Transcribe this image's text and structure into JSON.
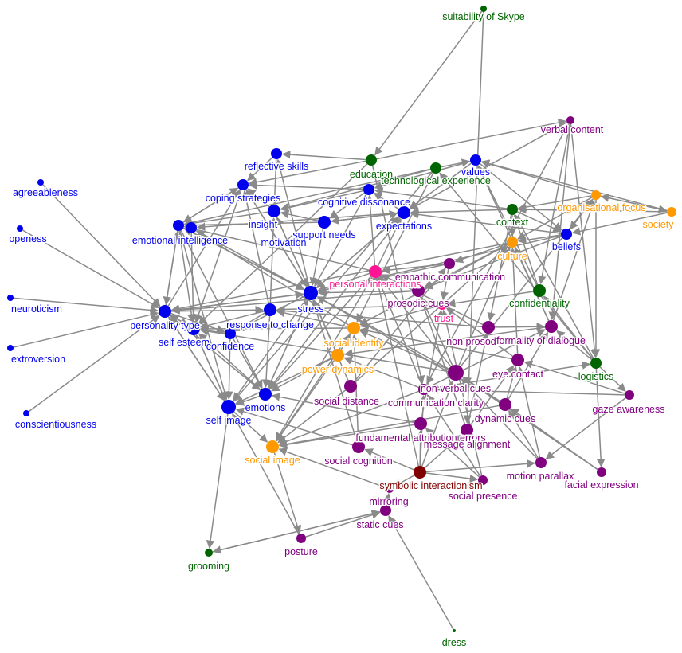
{
  "colors": {
    "blue": "#0000ee",
    "green": "#006400",
    "orange": "#ff9900",
    "purple": "#800080",
    "pink": "#ff1493",
    "maroon": "#800000",
    "edge": "#8a8a8a"
  },
  "nodes": [
    {
      "id": "suitability",
      "label": "suitability of Skype",
      "group": "green"
    },
    {
      "id": "verbal_content",
      "label": "verbal content",
      "group": "purple"
    },
    {
      "id": "reflective_skills",
      "label": "reflective skills",
      "group": "blue"
    },
    {
      "id": "education",
      "label": "education",
      "group": "green"
    },
    {
      "id": "tech_experience",
      "label": "technological experience",
      "group": "green"
    },
    {
      "id": "values",
      "label": "values",
      "group": "blue"
    },
    {
      "id": "agreeableness",
      "label": "agreeableness",
      "group": "blue"
    },
    {
      "id": "coping",
      "label": "coping strategies",
      "group": "blue"
    },
    {
      "id": "cog_dissonance",
      "label": "cognitive dissonance",
      "group": "blue"
    },
    {
      "id": "org_focus",
      "label": "organisational focus",
      "group": "orange"
    },
    {
      "id": "context",
      "label": "context",
      "group": "green"
    },
    {
      "id": "society",
      "label": "society",
      "group": "orange"
    },
    {
      "id": "openess",
      "label": "openess",
      "group": "blue"
    },
    {
      "id": "insight",
      "label": "insight",
      "group": "blue"
    },
    {
      "id": "support_needs",
      "label": "support needs",
      "group": "blue"
    },
    {
      "id": "expectations",
      "label": "expectations",
      "group": "blue"
    },
    {
      "id": "emotional_int",
      "label": "emotional intelligence",
      "group": "blue"
    },
    {
      "id": "motivation",
      "label": "motivation",
      "group": "blue"
    },
    {
      "id": "beliefs",
      "label": "beliefs",
      "group": "blue"
    },
    {
      "id": "culture",
      "label": "culture",
      "group": "orange"
    },
    {
      "id": "empathic",
      "label": "empathic communication",
      "group": "purple"
    },
    {
      "id": "personal_int",
      "label": "personal interactions",
      "group": "pink"
    },
    {
      "id": "confidentiality",
      "label": "confidentiality",
      "group": "green"
    },
    {
      "id": "stress",
      "label": "stress",
      "group": "blue"
    },
    {
      "id": "prosodic",
      "label": "prosodic cues",
      "group": "purple"
    },
    {
      "id": "trust",
      "label": "trust",
      "group": "pink"
    },
    {
      "id": "neuroticism",
      "label": "neuroticism",
      "group": "blue"
    },
    {
      "id": "personality",
      "label": "personality type",
      "group": "blue"
    },
    {
      "id": "response_change",
      "label": "response to change",
      "group": "blue"
    },
    {
      "id": "self_esteem",
      "label": "self esteem",
      "group": "blue"
    },
    {
      "id": "confidence",
      "label": "confidence",
      "group": "blue"
    },
    {
      "id": "social_identity",
      "label": "social identity",
      "group": "orange"
    },
    {
      "id": "non_prosodic",
      "label": "non prosodic",
      "group": "purple"
    },
    {
      "id": "formality",
      "label": "formality of dialogue",
      "group": "purple"
    },
    {
      "id": "extroversion",
      "label": "extroversion",
      "group": "blue"
    },
    {
      "id": "power_dynamics",
      "label": "power dynamics",
      "group": "orange"
    },
    {
      "id": "eye_contact",
      "label": "eye contact",
      "group": "purple"
    },
    {
      "id": "logistics",
      "label": "logistics",
      "group": "green"
    },
    {
      "id": "non_verbal",
      "label": "non verbal cues",
      "group": "purple"
    },
    {
      "id": "emotions",
      "label": "emotions",
      "group": "blue"
    },
    {
      "id": "social_distance",
      "label": "social distance",
      "group": "purple"
    },
    {
      "id": "comm_clarity",
      "label": "communication clarity",
      "group": "purple"
    },
    {
      "id": "gaze",
      "label": "gaze awareness",
      "group": "purple"
    },
    {
      "id": "conscientiousness",
      "label": "conscientiousness",
      "group": "blue"
    },
    {
      "id": "self_image",
      "label": "self image",
      "group": "blue"
    },
    {
      "id": "dynamic_cues",
      "label": "dynamic cues",
      "group": "purple"
    },
    {
      "id": "fae",
      "label": "fundamental attribution errors",
      "group": "purple"
    },
    {
      "id": "msg_alignment",
      "label": "message alignment",
      "group": "purple"
    },
    {
      "id": "social_image",
      "label": "social image",
      "group": "orange"
    },
    {
      "id": "social_cognition",
      "label": "social cognition",
      "group": "purple"
    },
    {
      "id": "motion_parallax",
      "label": "motion parallax",
      "group": "purple"
    },
    {
      "id": "symbolic",
      "label": "symbolic interactionism",
      "group": "maroon"
    },
    {
      "id": "facial_expr",
      "label": "facial expression",
      "group": "purple"
    },
    {
      "id": "social_presence",
      "label": "social presence",
      "group": "purple"
    },
    {
      "id": "mirroring",
      "label": "mirroring",
      "group": "purple"
    },
    {
      "id": "static_cues",
      "label": "static cues",
      "group": "purple"
    },
    {
      "id": "posture",
      "label": "posture",
      "group": "purple"
    },
    {
      "id": "grooming",
      "label": "grooming",
      "group": "green"
    },
    {
      "id": "dress",
      "label": "dress",
      "group": "green"
    }
  ],
  "edges": [
    [
      "dress",
      "static_cues"
    ],
    [
      "static_cues",
      "grooming"
    ],
    [
      "grooming",
      "static_cues"
    ],
    [
      "self_image",
      "grooming"
    ],
    [
      "static_cues",
      "mirroring"
    ],
    [
      "posture",
      "static_cues"
    ],
    [
      "posture",
      "self_image"
    ],
    [
      "social_image",
      "posture"
    ],
    [
      "mirroring",
      "social_image"
    ],
    [
      "symbolic",
      "mirroring"
    ],
    [
      "symbolic",
      "social_presence"
    ],
    [
      "symbolic",
      "motion_parallax"
    ],
    [
      "symbolic",
      "msg_alignment"
    ],
    [
      "symbolic",
      "social_cognition"
    ],
    [
      "symbolic",
      "fae"
    ],
    [
      "symbolic",
      "comm_clarity"
    ],
    [
      "symbolic",
      "non_verbal"
    ],
    [
      "symbolic",
      "personal_int"
    ],
    [
      "motion_parallax",
      "dynamic_cues"
    ],
    [
      "motion_parallax",
      "eye_contact"
    ],
    [
      "motion_parallax",
      "non_verbal"
    ],
    [
      "facial_expr",
      "dynamic_cues"
    ],
    [
      "facial_expr",
      "non_verbal"
    ],
    [
      "logistics",
      "facial_expr"
    ],
    [
      "gaze",
      "motion_parallax"
    ],
    [
      "gaze",
      "comm_clarity"
    ],
    [
      "gaze",
      "eye_contact"
    ],
    [
      "logistics",
      "gaze"
    ],
    [
      "social_presence",
      "comm_clarity"
    ],
    [
      "social_presence",
      "trust"
    ],
    [
      "social_presence",
      "fae"
    ],
    [
      "msg_alignment",
      "prosodic"
    ],
    [
      "msg_alignment",
      "non_prosodic"
    ],
    [
      "msg_alignment",
      "eye_contact"
    ],
    [
      "comm_clarity",
      "social_image"
    ],
    [
      "comm_clarity",
      "power_dynamics"
    ],
    [
      "comm_clarity",
      "formality"
    ],
    [
      "comm_clarity",
      "logistics"
    ],
    [
      "comm_clarity",
      "personal_int"
    ],
    [
      "social_distance",
      "stress"
    ],
    [
      "social_distance",
      "social_image"
    ],
    [
      "social_distance",
      "empathic"
    ],
    [
      "social_distance",
      "culture"
    ],
    [
      "social_cognition",
      "social_identity"
    ],
    [
      "social_cognition",
      "self_image"
    ],
    [
      "social_cognition",
      "stress"
    ],
    [
      "fae",
      "emotions"
    ],
    [
      "fae",
      "social_image"
    ],
    [
      "fae",
      "trust"
    ],
    [
      "non_verbal",
      "self_esteem"
    ],
    [
      "non_verbal",
      "stress"
    ],
    [
      "non_verbal",
      "culture"
    ],
    [
      "non_verbal",
      "org_focus"
    ],
    [
      "non_verbal",
      "social_identity"
    ],
    [
      "non_verbal",
      "prosodic"
    ],
    [
      "non_verbal",
      "personal_int"
    ],
    [
      "eye_contact",
      "social_identity"
    ],
    [
      "eye_contact",
      "trust"
    ],
    [
      "eye_contact",
      "culture"
    ],
    [
      "dynamic_cues",
      "formality"
    ],
    [
      "dynamic_cues",
      "social_image"
    ],
    [
      "dynamic_cues",
      "stress"
    ],
    [
      "dynamic_cues",
      "non_verbal"
    ],
    [
      "dynamic_cues",
      "eye_contact"
    ],
    [
      "non_prosodic",
      "formality"
    ],
    [
      "non_prosodic",
      "response_change"
    ],
    [
      "non_prosodic",
      "personal_int"
    ],
    [
      "formality",
      "culture"
    ],
    [
      "formality",
      "org_focus"
    ],
    [
      "formality",
      "values"
    ],
    [
      "formality",
      "power_dynamics"
    ],
    [
      "logistics",
      "confidentiality"
    ],
    [
      "logistics",
      "context"
    ],
    [
      "logistics",
      "tech_experience"
    ],
    [
      "logistics",
      "formality"
    ],
    [
      "confidentiality",
      "values"
    ],
    [
      "confidentiality",
      "context"
    ],
    [
      "confidentiality",
      "trust"
    ],
    [
      "verbal_content",
      "logistics"
    ],
    [
      "verbal_content",
      "comm_clarity"
    ],
    [
      "verbal_content",
      "formality"
    ],
    [
      "verbal_content",
      "confidentiality"
    ],
    [
      "verbal_content",
      "expectations"
    ],
    [
      "suitability",
      "msg_alignment"
    ],
    [
      "suitability",
      "education"
    ],
    [
      "tech_experience",
      "social_identity"
    ],
    [
      "tech_experience",
      "self_image"
    ],
    [
      "tech_experience",
      "values"
    ],
    [
      "tech_experience",
      "insight"
    ],
    [
      "tech_experience",
      "emotional_int"
    ],
    [
      "education",
      "reflective_skills"
    ],
    [
      "education",
      "coping"
    ],
    [
      "education",
      "self_esteem"
    ],
    [
      "education",
      "comm_clarity"
    ],
    [
      "education",
      "verbal_content"
    ],
    [
      "org_focus",
      "culture"
    ],
    [
      "org_focus",
      "context"
    ],
    [
      "org_focus",
      "beliefs"
    ],
    [
      "org_focus",
      "values"
    ],
    [
      "org_focus",
      "society"
    ],
    [
      "org_focus",
      "logistics"
    ],
    [
      "society",
      "org_focus"
    ],
    [
      "society",
      "values"
    ],
    [
      "society",
      "beliefs"
    ],
    [
      "society",
      "context"
    ],
    [
      "context",
      "culture"
    ],
    [
      "context",
      "beliefs"
    ],
    [
      "context",
      "cog_dissonance"
    ],
    [
      "context",
      "expectations"
    ],
    [
      "context",
      "non_prosodic"
    ],
    [
      "beliefs",
      "culture"
    ],
    [
      "beliefs",
      "expectations"
    ],
    [
      "beliefs",
      "stress"
    ],
    [
      "beliefs",
      "prosodic"
    ],
    [
      "culture",
      "prosodic"
    ],
    [
      "culture",
      "empathic"
    ],
    [
      "culture",
      "personality"
    ],
    [
      "culture",
      "social_identity"
    ],
    [
      "empathic",
      "personal_int"
    ],
    [
      "empathic",
      "stress"
    ],
    [
      "empathic",
      "trust"
    ],
    [
      "personal_int",
      "stress"
    ],
    [
      "personal_int",
      "emotions"
    ],
    [
      "personal_int",
      "expectations"
    ],
    [
      "personal_int",
      "social_image"
    ],
    [
      "personal_int",
      "cog_dissonance"
    ],
    [
      "personal_int",
      "emotional_int"
    ],
    [
      "prosodic",
      "stress"
    ],
    [
      "prosodic",
      "personality"
    ],
    [
      "trust",
      "response_change"
    ],
    [
      "trust",
      "social_identity"
    ],
    [
      "stress",
      "emotions"
    ],
    [
      "stress",
      "emotional_int"
    ],
    [
      "stress",
      "insight"
    ],
    [
      "stress",
      "reflective_skills"
    ],
    [
      "stress",
      "coping"
    ],
    [
      "stress",
      "personality"
    ],
    [
      "stress",
      "self_image"
    ],
    [
      "stress",
      "confidence"
    ],
    [
      "stress",
      "expectations"
    ],
    [
      "response_change",
      "self_esteem"
    ],
    [
      "response_change",
      "coping"
    ],
    [
      "response_change",
      "insight"
    ],
    [
      "response_change",
      "emotions"
    ],
    [
      "response_change",
      "confidence"
    ],
    [
      "social_identity",
      "self_esteem"
    ],
    [
      "social_identity",
      "response_change"
    ],
    [
      "social_identity",
      "social_image"
    ],
    [
      "social_identity",
      "motivation"
    ],
    [
      "power_dynamics",
      "social_identity"
    ],
    [
      "power_dynamics",
      "emotions"
    ],
    [
      "power_dynamics",
      "self_image"
    ],
    [
      "power_dynamics",
      "social_image"
    ],
    [
      "power_dynamics",
      "stress"
    ],
    [
      "emotions",
      "self_esteem"
    ],
    [
      "emotions",
      "personality"
    ],
    [
      "emotions",
      "stress"
    ],
    [
      "emotions",
      "self_image"
    ],
    [
      "self_image",
      "self_esteem"
    ],
    [
      "self_image",
      "social_image"
    ],
    [
      "self_image",
      "personality"
    ],
    [
      "confidence",
      "self_esteem"
    ],
    [
      "confidence",
      "self_image"
    ],
    [
      "confidence",
      "emotions"
    ],
    [
      "self_esteem",
      "personality"
    ],
    [
      "self_esteem",
      "self_image"
    ],
    [
      "personality",
      "self_esteem"
    ],
    [
      "personality",
      "coping"
    ],
    [
      "personality",
      "emotional_int"
    ],
    [
      "personality",
      "response_change"
    ],
    [
      "personality",
      "confidence"
    ],
    [
      "personality",
      "stress"
    ],
    [
      "personality",
      "self_image"
    ],
    [
      "personality",
      "emotions"
    ],
    [
      "agreeableness",
      "personality"
    ],
    [
      "openess",
      "personality"
    ],
    [
      "neuroticism",
      "personality"
    ],
    [
      "extroversion",
      "personality"
    ],
    [
      "conscientiousness",
      "personality"
    ],
    [
      "emotional_int",
      "personality"
    ],
    [
      "emotional_int",
      "self_image"
    ],
    [
      "emotional_int",
      "self_esteem"
    ],
    [
      "emotional_int",
      "coping"
    ],
    [
      "emotional_int",
      "emotions"
    ],
    [
      "emotional_int",
      "stress"
    ],
    [
      "insight",
      "emotional_int"
    ],
    [
      "insight",
      "coping"
    ],
    [
      "insight",
      "stress"
    ],
    [
      "motivation",
      "emotional_int"
    ],
    [
      "motivation",
      "stress"
    ],
    [
      "motivation",
      "self_esteem"
    ],
    [
      "support_needs",
      "emotional_int"
    ],
    [
      "support_needs",
      "insight"
    ],
    [
      "support_needs",
      "stress"
    ],
    [
      "support_needs",
      "expectations"
    ],
    [
      "expectations",
      "support_needs"
    ],
    [
      "expectations",
      "cog_dissonance"
    ],
    [
      "expectations",
      "stress"
    ],
    [
      "expectations",
      "motivation"
    ],
    [
      "expectations",
      "emotions"
    ],
    [
      "cog_dissonance",
      "coping"
    ],
    [
      "cog_dissonance",
      "insight"
    ],
    [
      "cog_dissonance",
      "support_needs"
    ],
    [
      "cog_dissonance",
      "stress"
    ],
    [
      "values",
      "cog_dissonance"
    ],
    [
      "values",
      "expectations"
    ],
    [
      "values",
      "beliefs"
    ],
    [
      "reflective_skills",
      "coping"
    ],
    [
      "reflective_skills",
      "insight"
    ],
    [
      "coping",
      "emotional_int"
    ],
    [
      "coping",
      "stress"
    ],
    [
      "coping",
      "self_esteem"
    ]
  ]
}
